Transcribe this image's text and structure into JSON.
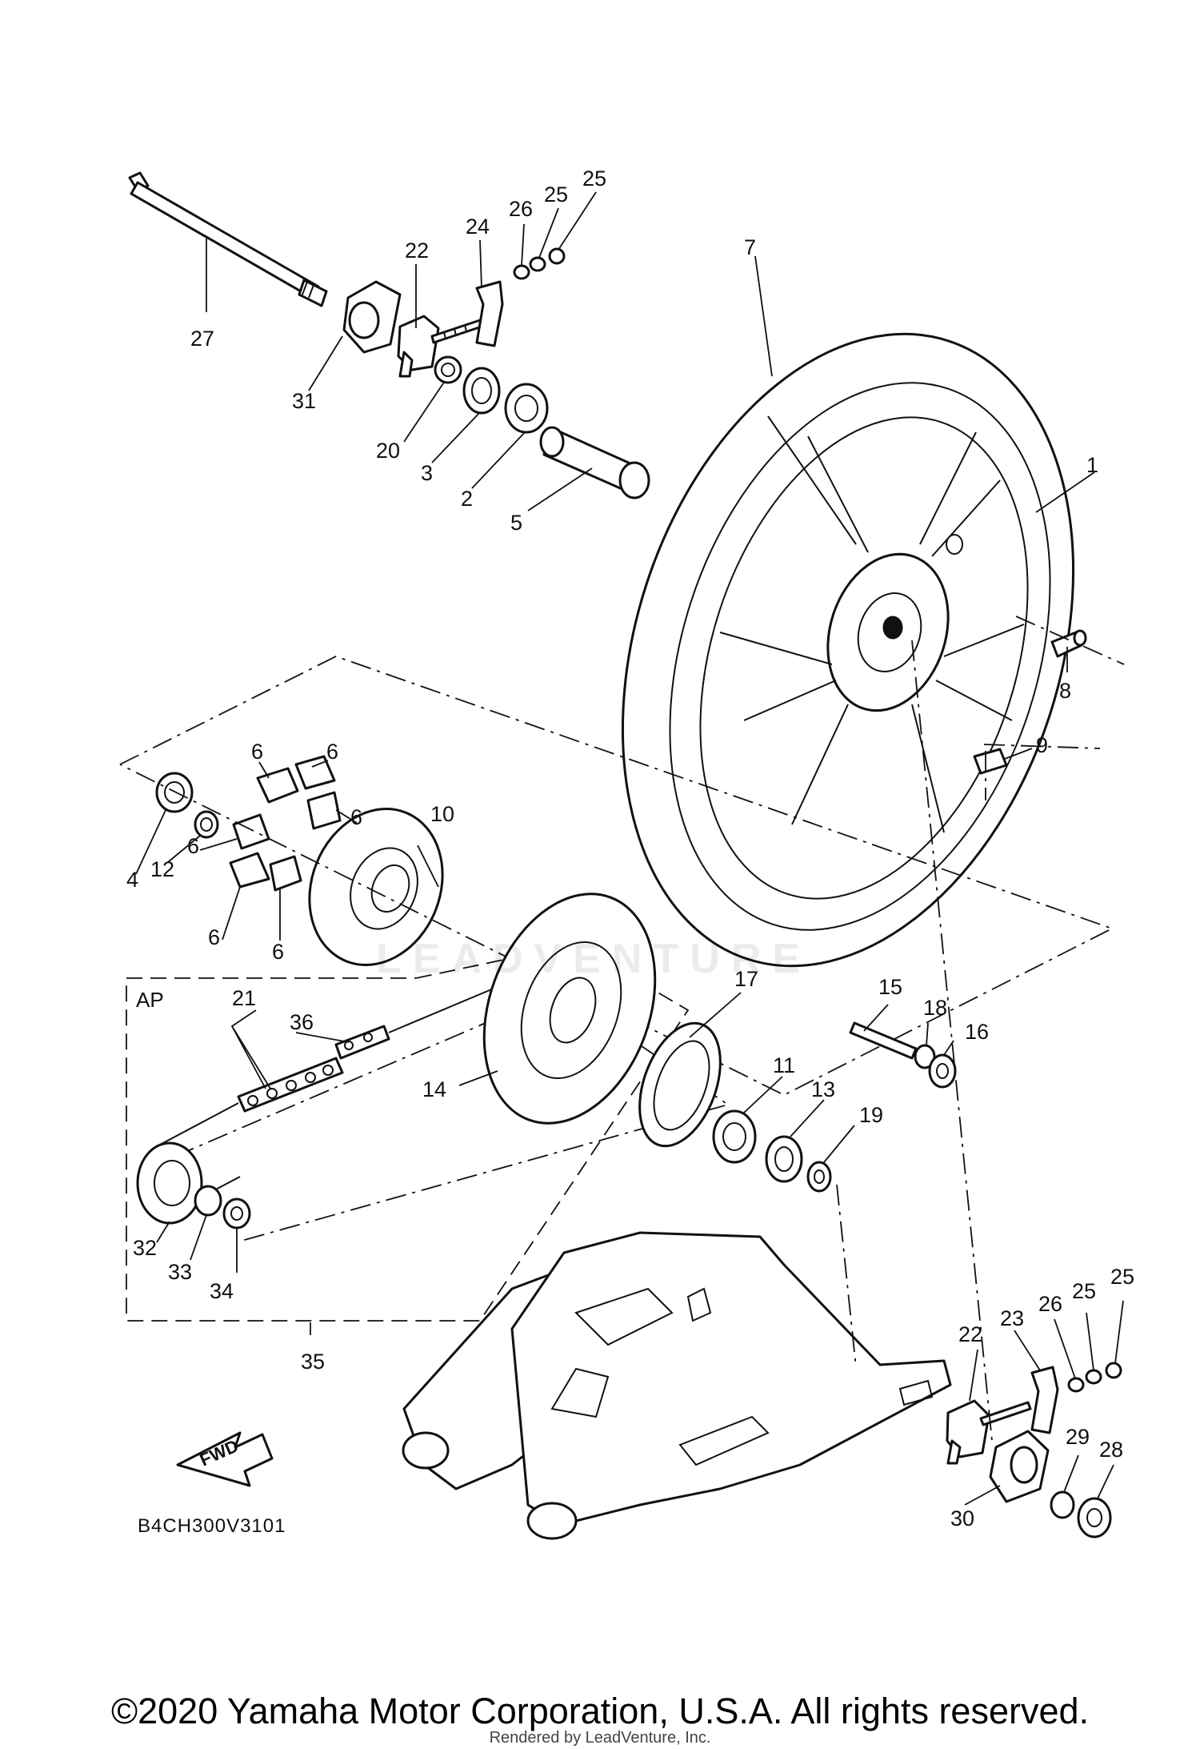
{
  "diagram": {
    "code": "B4CH300V3101",
    "subassembly_label": "AP",
    "fwd_label": "FWD"
  },
  "callouts": [
    {
      "id": "c27",
      "text": "27"
    },
    {
      "id": "c31",
      "text": "31"
    },
    {
      "id": "c22a",
      "text": "22"
    },
    {
      "id": "c24",
      "text": "24"
    },
    {
      "id": "c26a",
      "text": "26"
    },
    {
      "id": "c25a",
      "text": "25"
    },
    {
      "id": "c25b",
      "text": "25"
    },
    {
      "id": "c20",
      "text": "20"
    },
    {
      "id": "c3",
      "text": "3"
    },
    {
      "id": "c2",
      "text": "2"
    },
    {
      "id": "c5",
      "text": "5"
    },
    {
      "id": "c7",
      "text": "7"
    },
    {
      "id": "c1",
      "text": "1"
    },
    {
      "id": "c8",
      "text": "8"
    },
    {
      "id": "c9",
      "text": "9"
    },
    {
      "id": "c6a",
      "text": "6"
    },
    {
      "id": "c6b",
      "text": "6"
    },
    {
      "id": "c6c",
      "text": "6"
    },
    {
      "id": "c6d",
      "text": "6"
    },
    {
      "id": "c6e",
      "text": "6"
    },
    {
      "id": "c6f",
      "text": "6"
    },
    {
      "id": "c4",
      "text": "4"
    },
    {
      "id": "c12",
      "text": "12"
    },
    {
      "id": "c10",
      "text": "10"
    },
    {
      "id": "c21",
      "text": "21"
    },
    {
      "id": "c36",
      "text": "36"
    },
    {
      "id": "c14",
      "text": "14"
    },
    {
      "id": "c17",
      "text": "17"
    },
    {
      "id": "c15",
      "text": "15"
    },
    {
      "id": "c18",
      "text": "18"
    },
    {
      "id": "c16",
      "text": "16"
    },
    {
      "id": "c11",
      "text": "11"
    },
    {
      "id": "c13",
      "text": "13"
    },
    {
      "id": "c19",
      "text": "19"
    },
    {
      "id": "c32",
      "text": "32"
    },
    {
      "id": "c33",
      "text": "33"
    },
    {
      "id": "c34",
      "text": "34"
    },
    {
      "id": "c35",
      "text": "35"
    },
    {
      "id": "c22b",
      "text": "22"
    },
    {
      "id": "c23",
      "text": "23"
    },
    {
      "id": "c26b",
      "text": "26"
    },
    {
      "id": "c25c",
      "text": "25"
    },
    {
      "id": "c25d",
      "text": "25"
    },
    {
      "id": "c29",
      "text": "29"
    },
    {
      "id": "c28",
      "text": "28"
    },
    {
      "id": "c30",
      "text": "30"
    }
  ],
  "footer": {
    "copyright": "©2020 Yamaha Motor Corporation, U.S.A. All rights reserved.",
    "rendered_by": "Rendered by LeadVenture, Inc.",
    "watermark": "LEADVENTURE"
  }
}
